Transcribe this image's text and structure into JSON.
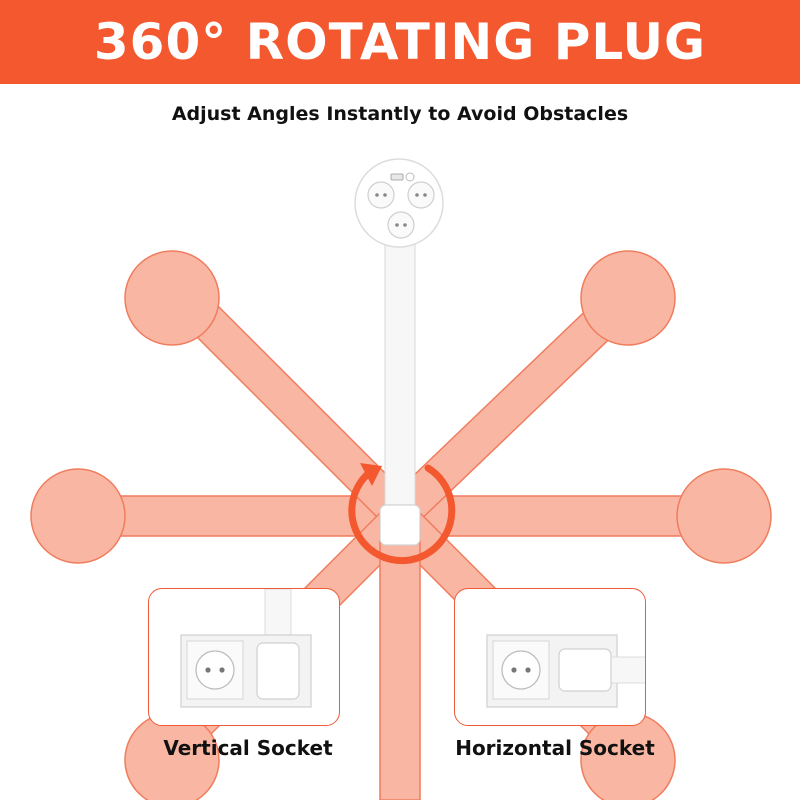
{
  "banner": {
    "title": "360° ROTATING PLUG"
  },
  "subtitle": "Adjust Angles Instantly to Avoid Obstacles",
  "examples": [
    {
      "label": "Vertical Socket"
    },
    {
      "label": "Horizontal Socket"
    }
  ],
  "colors": {
    "accent": "#f4582f",
    "ghost_fill": "#f9b7a3",
    "ghost_stroke": "#f07c5e",
    "card_border": "#f05a37"
  },
  "icons": {
    "rotation": "circular-arrow-icon",
    "socket": "eu-socket-icon",
    "usb": "usb-port-icon",
    "button": "power-button-icon"
  }
}
